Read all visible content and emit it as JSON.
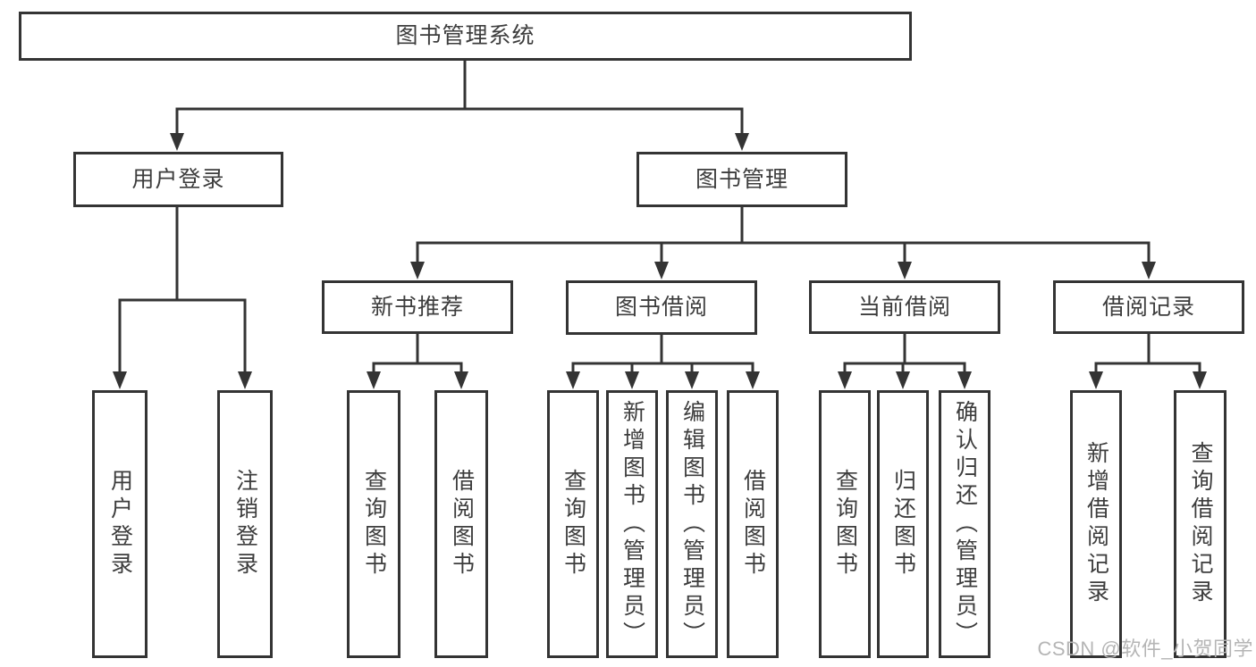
{
  "tree": {
    "root": "图书管理系统",
    "branches": [
      {
        "label": "用户登录",
        "children": [
          "用户登录",
          "注销登录"
        ]
      },
      {
        "label": "图书管理",
        "children": [
          {
            "label": "新书推荐",
            "children": [
              "查询图书",
              "借阅图书"
            ]
          },
          {
            "label": "图书借阅",
            "children": [
              "查询图书",
              "新增图书（管理员）",
              "编辑图书（管理员）",
              "借阅图书"
            ]
          },
          {
            "label": "当前借阅",
            "children": [
              "查询图书",
              "归还图书",
              "确认归还（管理员）"
            ]
          },
          {
            "label": "借阅记录",
            "children": [
              "新增借阅记录",
              "查询借阅记录"
            ]
          }
        ]
      }
    ]
  },
  "colors": {
    "line": "#343434",
    "text": "#3d3d3d",
    "watermark": "#b5b5b5"
  },
  "watermark": "CSDN @软件_小贺同学"
}
